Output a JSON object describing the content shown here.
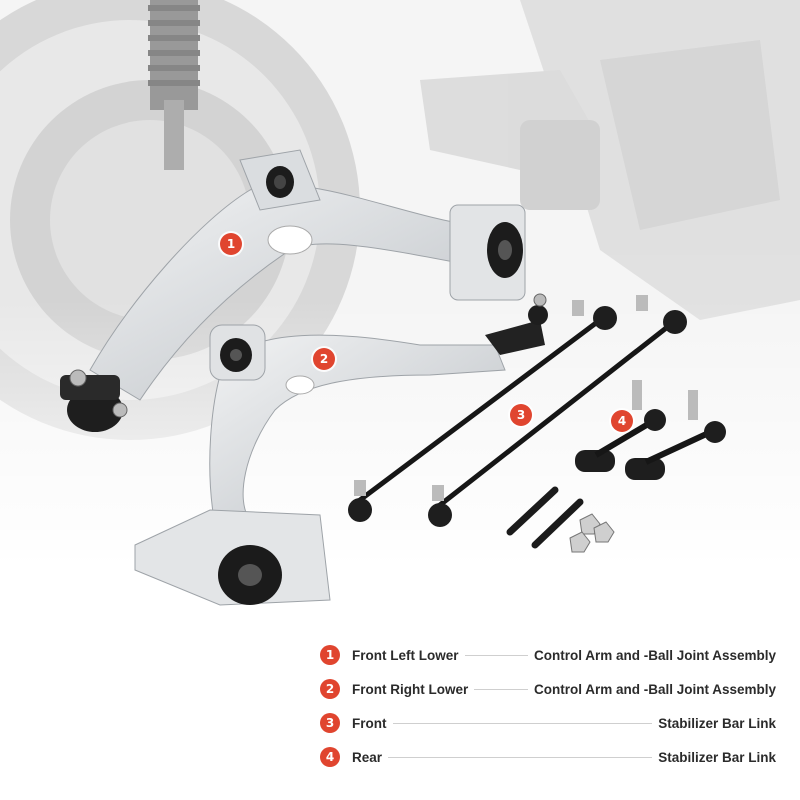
{
  "callouts": [
    "1",
    "2",
    "3",
    "4"
  ],
  "legend": [
    {
      "num": "1",
      "left": "Front Left Lower",
      "right": "Control Arm and -Ball Joint Assembly"
    },
    {
      "num": "2",
      "left": "Front Right Lower",
      "right": "Control Arm and -Ball Joint Assembly"
    },
    {
      "num": "3",
      "left": "Front",
      "right": "Stabilizer Bar Link"
    },
    {
      "num": "4",
      "left": "Rear",
      "right": "Stabilizer Bar Link"
    }
  ],
  "colors": {
    "accent": "#e0452f",
    "metal": "#d9dcdf",
    "rubber": "#1b1b1b"
  }
}
